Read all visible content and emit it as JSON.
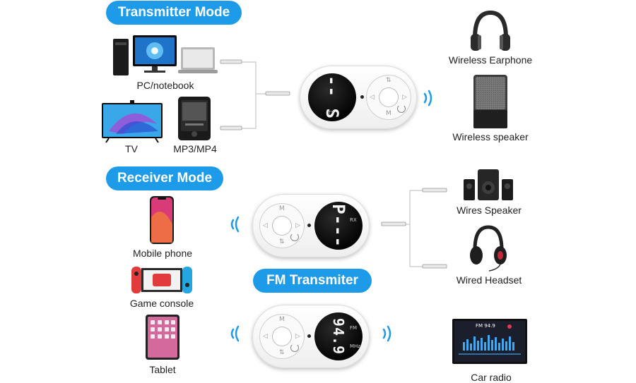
{
  "colors": {
    "pill": "#1e9be8",
    "wave": "#1e9be8",
    "cable": "#cfcfcf"
  },
  "sections": {
    "transmitter": "Transmitter Mode",
    "receiver": "Receiver Mode",
    "fm": "FM Transmiter"
  },
  "sources": {
    "pc": "PC/notebook",
    "tv": "TV",
    "mp3": "MP3/MP4",
    "mobile": "Mobile phone",
    "game": "Game console",
    "tablet": "Tablet"
  },
  "outputs": {
    "earphone": "Wireless Earphone",
    "speaker": "Wireless speaker",
    "wires_speaker": "Wires Speaker",
    "wired_headset": "Wired Headset",
    "car_radio": "Car radio"
  },
  "displays": {
    "tx": "-- S",
    "tx_tag": "TX",
    "rx": "P---",
    "rx_tag": "RX",
    "fm": "94.9",
    "fm_tag": "FM",
    "fm_unit": "MHz"
  },
  "car_screen": {
    "text": "FM 94.9"
  },
  "icons": [
    "wave-icon",
    "headphone-icon",
    "speaker-icon",
    "phone-icon",
    "gamepad-icon",
    "tablet-icon",
    "car-radio-icon",
    "pc-icon",
    "tv-icon",
    "mp3-icon"
  ]
}
